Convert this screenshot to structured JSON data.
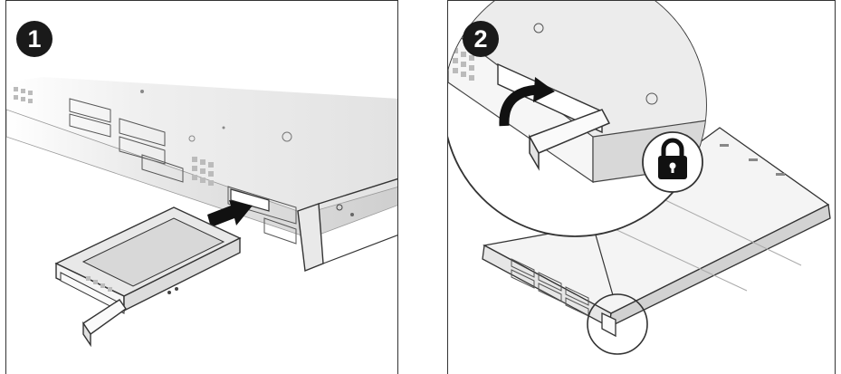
{
  "steps": [
    {
      "number": "1",
      "action": "insert-drive-into-slot"
    },
    {
      "number": "2",
      "action": "close-lever-to-lock"
    }
  ],
  "icons": [
    "arrow-icon",
    "curved-arrow-icon",
    "lock-icon"
  ],
  "colors": {
    "outline": "#333333",
    "badge": "#1a1a1a",
    "chassis_light": "#f2f2f2",
    "chassis_shade": "#d9d9d9"
  }
}
